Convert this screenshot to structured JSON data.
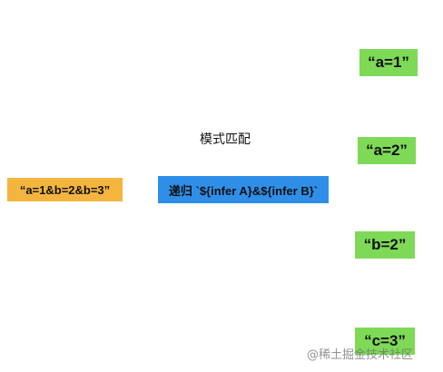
{
  "caption": "模式匹配",
  "input": {
    "label": "“a=1&b=2&b=3”",
    "color": "#f4b53f"
  },
  "pattern": {
    "label": "递归 `${infer A}&${infer B}`",
    "color": "#2f8fe8"
  },
  "results": [
    {
      "label": "“a=1”"
    },
    {
      "label": "“a=2”"
    },
    {
      "label": "“b=2”"
    },
    {
      "label": "“c=3”"
    }
  ],
  "result_color": "#7ed957",
  "watermark": "@稀土掘金技术社区"
}
